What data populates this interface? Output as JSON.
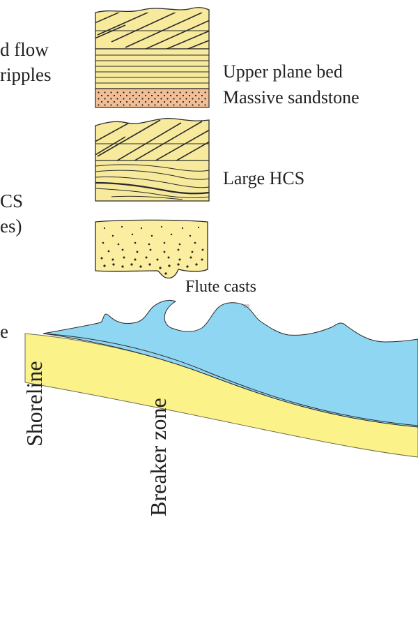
{
  "left_labels": {
    "line1": "d flow",
    "line2": "ripples",
    "line3": "CS",
    "line4": "es)",
    "line5": "e"
  },
  "columns": [
    {
      "caption": "Upper plane bed",
      "caption2": "Massive sandstone"
    },
    {
      "caption": "Large HCS"
    },
    {
      "caption": "Flute casts"
    }
  ],
  "profile": {
    "shoreline_label": "Shoreline",
    "breaker_label": "Breaker zone",
    "tiny_mark": "BR"
  },
  "colors": {
    "sand": "#fbf38a",
    "column_sand": "#f7ea9c",
    "massive_bed": "#f2be96",
    "water": "#8fd6f2",
    "line": "#2a2a2a"
  }
}
